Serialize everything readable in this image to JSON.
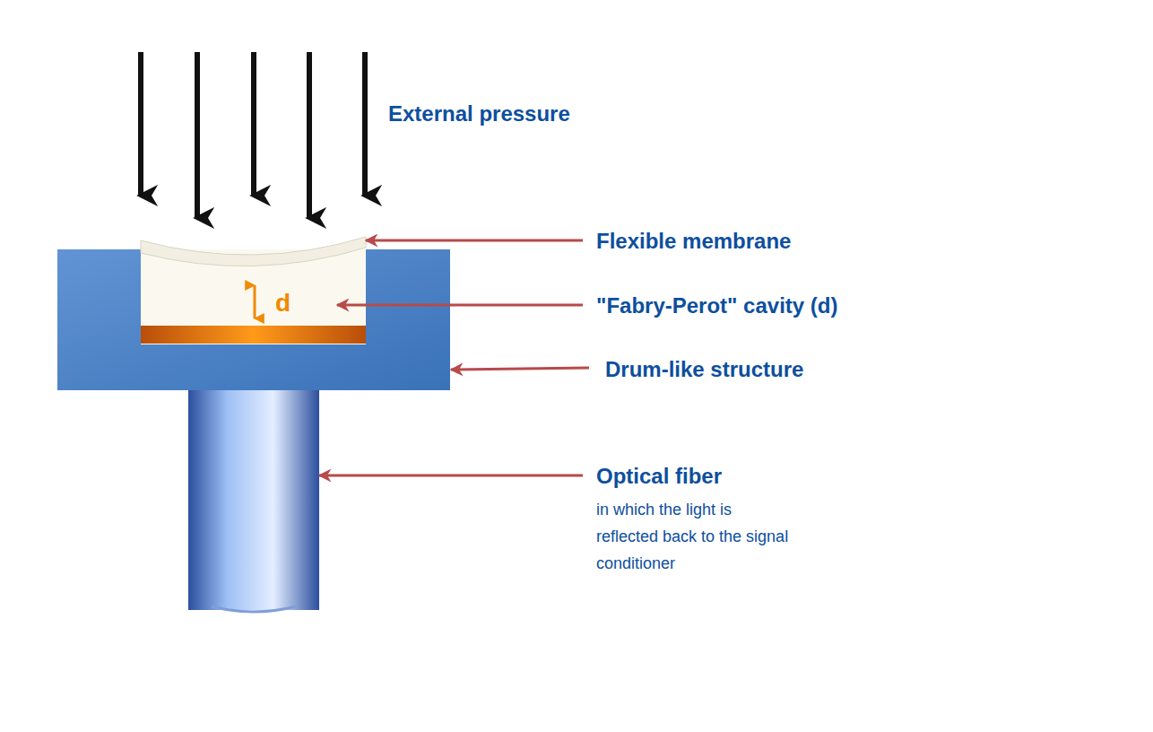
{
  "diagram": {
    "labels": [
      "External pressure",
      "Flexible membrane",
      "d",
      "\"Fabry-Perot\" cavity (d)",
      "Drum-like structure",
      "Optical fiber",
      "in which the light is reflected back to the signal conditioner"
    ]
  }
}
